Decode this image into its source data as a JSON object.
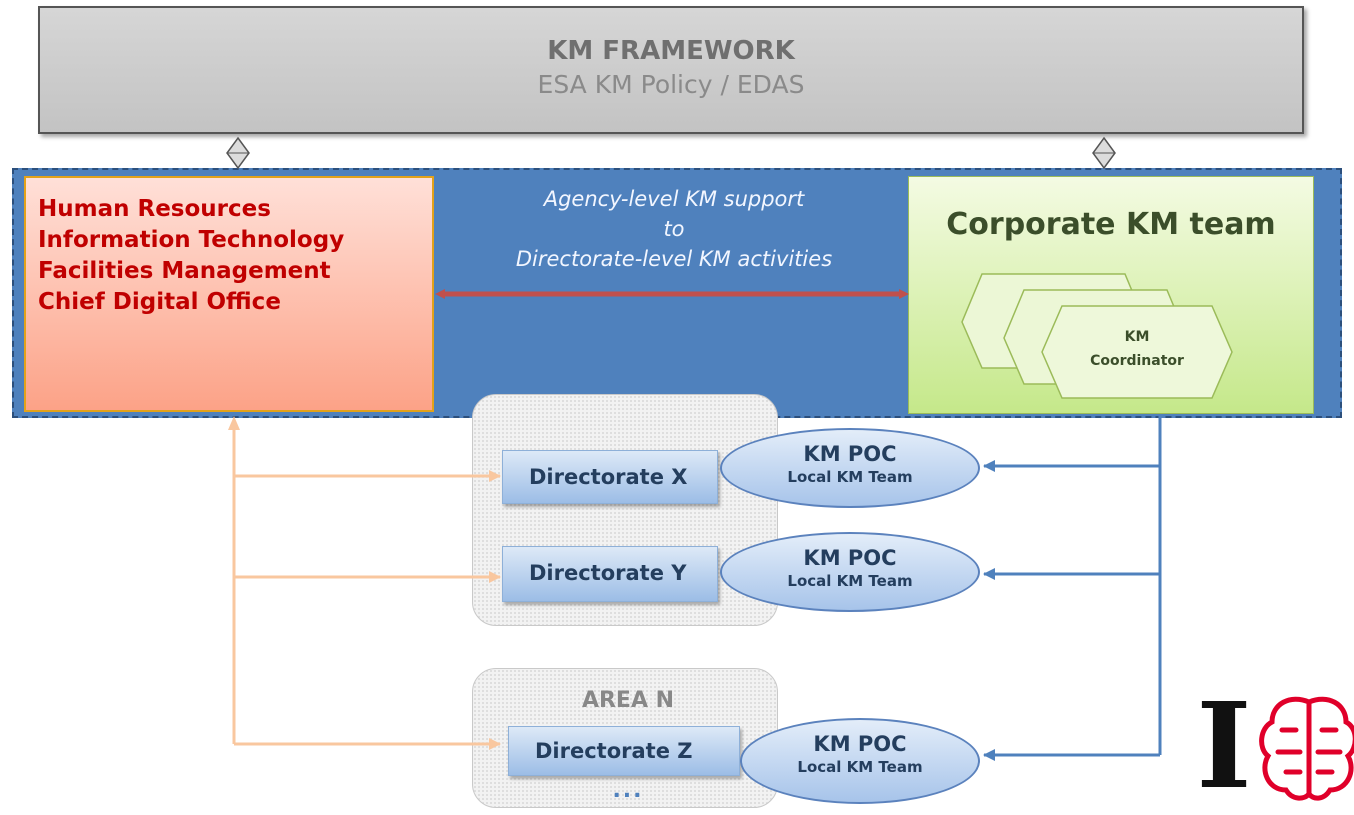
{
  "framework": {
    "title": "KM FRAMEWORK",
    "subtitle": "ESA KM Policy / EDAS"
  },
  "support_functions": [
    "Human Resources",
    "Information Technology",
    "Facilities Management",
    "Chief Digital Office"
  ],
  "support_link": {
    "line1": "Agency-level KM support",
    "line2": "to",
    "line3": "Directorate-level KM activities"
  },
  "corporate": {
    "title": "Corporate KM team",
    "coordinator_line1": "KM",
    "coordinator_line2": "Coordinator"
  },
  "directorates": [
    {
      "label": "Directorate X",
      "poc_title": "KM POC",
      "poc_sub": "Local KM Team"
    },
    {
      "label": "Directorate Y",
      "poc_title": "KM POC",
      "poc_sub": "Local KM Team"
    },
    {
      "label": "Directorate Z",
      "poc_title": "KM POC",
      "poc_sub": "Local KM Team"
    }
  ],
  "area": {
    "label": "AREA N",
    "more": "..."
  },
  "logo": {
    "letter": "I",
    "icon": "brain-icon",
    "color": "#e0002a"
  },
  "colors": {
    "band": "#4f81bd",
    "support_text": "#c00000",
    "link_arrow": "#c0504d",
    "support_arrows": "#f9c79f",
    "poc_arrows": "#4f81bd"
  }
}
